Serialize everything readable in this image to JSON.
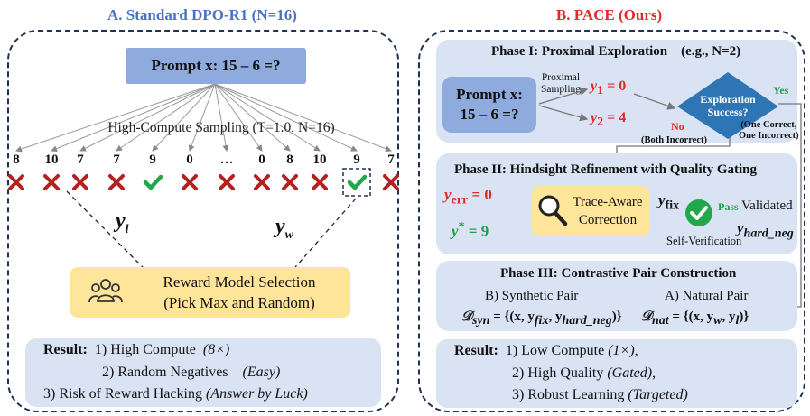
{
  "panel_a": {
    "title": "A. Standard DPO-R1 (N=16)",
    "prompt": "Prompt x: 15 – 6 =?",
    "sampling_label": "High-Compute Sampling (T=1.0, N=16)",
    "answers": [
      "8",
      "10",
      "7",
      "7",
      "9",
      "0",
      "…",
      "0",
      "8",
      "10",
      "9",
      "7"
    ],
    "outcomes": [
      "wrong",
      "wrong",
      "wrong",
      "wrong",
      "correct",
      "wrong",
      "wrong",
      "wrong",
      "wrong",
      "wrong",
      "correct",
      "wrong"
    ],
    "y_l": "y",
    "y_l_sub": "l",
    "y_w": "y",
    "y_w_sub": "w",
    "reward_line1": "Reward Model Selection",
    "reward_line2": "(Pick Max and Random)",
    "result": {
      "label": "Result:",
      "line1": "1) High Compute",
      "line1_note": "(8×)",
      "line2": "2) Random Negatives",
      "line2_note": "(Easy)",
      "line3": "3) Risk of Reward Hacking",
      "line3_note": "(Answer by Luck)"
    }
  },
  "panel_b": {
    "title": "B. PACE (Ours)",
    "phase1": {
      "title": "Phase I: Proximal Exploration",
      "example": "(e.g., N=2)",
      "prompt_line1": "Prompt x:",
      "prompt_line2": "15 – 6 =?",
      "proximal_line1": "Proximal",
      "proximal_line2": "Sampling",
      "y1": "y",
      "y1_sub": "1",
      "y1_val": " = 0",
      "y2": "y",
      "y2_sub": "2",
      "y2_val": " = 4",
      "decision_line1": "Exploration",
      "decision_line2": "Success?",
      "yes": "Yes",
      "no": "No",
      "no_note": "(Both Incorrect)",
      "yes_note_line1": "(One Correct,",
      "yes_note_line2": "One Incorrect)"
    },
    "phase2": {
      "title": "Phase II: Hindsight Refinement with Quality Gating",
      "y_err": "y",
      "y_err_sub": "err",
      "y_err_val": " = 0",
      "y_star": "y",
      "y_star_sup": "*",
      "y_star_val": " = 9",
      "correction_line1": "Trace-Aware",
      "correction_line2": "Correction",
      "y_fix": "y",
      "y_fix_sub": "fix",
      "pass": "Pass",
      "validated": "Validated",
      "self_verification": "Self-Verification",
      "y_hard": "y",
      "y_hard_sub": "hard_neg"
    },
    "phase3": {
      "title": "Phase III: Contrastive Pair Construction",
      "synthetic_label": "B) Synthetic Pair",
      "natural_label": "A) Natural Pair",
      "d_syn": "𝒟",
      "d_syn_sub": "syn",
      "d_syn_eq": " = {(x, y",
      "d_syn_fix": "fix",
      "d_syn_mid": ", y",
      "d_syn_hard": "hard_neg",
      "d_syn_end": ")}",
      "d_nat": "𝒟",
      "d_nat_sub": "nat",
      "d_nat_eq": " = {(x, y",
      "d_nat_w": "w",
      "d_nat_mid": ", y",
      "d_nat_l": "l",
      "d_nat_end": ")}"
    },
    "result": {
      "label": "Result:",
      "line1": "1) Low Compute",
      "line1_note": "(1×),",
      "line2": "2) High Quality",
      "line2_note": "(Gated),",
      "line3": "3) Robust Learning",
      "line3_note": "(Targeted)"
    }
  },
  "colors": {
    "title_a": "#4a72c4",
    "title_b": "#e02a2a",
    "prompt_box": "#8faadc",
    "highlight_box": "#ffe599",
    "phase_box": "#dae3f3",
    "wrong": "#b22222",
    "correct": "#22a84a",
    "decision": "#2e75b6",
    "border": "#1f3155"
  }
}
